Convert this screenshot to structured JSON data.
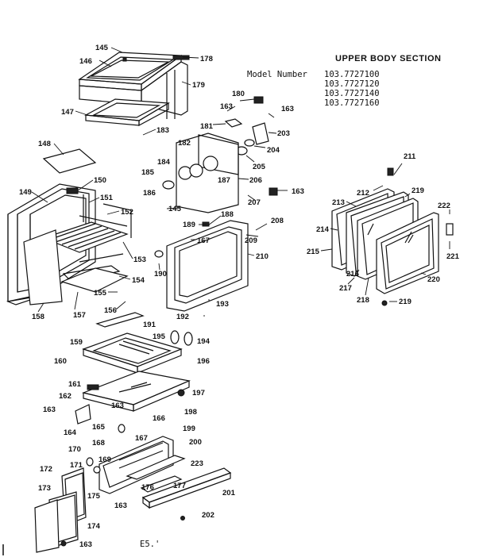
{
  "header": {
    "title": "UPPER BODY SECTION",
    "model_label": "Model Number",
    "models": [
      "103.7727100",
      "103.7727120",
      "103.7727140",
      "103.7727160"
    ]
  },
  "footer_code": "E5.'",
  "callouts": {
    "c145a": "145",
    "c146": "146",
    "c178": "178",
    "c179": "179",
    "c147": "147",
    "c183": "183",
    "c148": "148",
    "c149": "149",
    "c150": "150",
    "c151": "151",
    "c152": "152",
    "c153": "153",
    "c154": "154",
    "c155": "155",
    "c156": "156",
    "c157": "157",
    "c158": "158",
    "c180": "180",
    "c163a": "163",
    "c163b": "163",
    "c181": "181",
    "c203": "203",
    "c204": "204",
    "c205": "205",
    "c182": "182",
    "c184": "184",
    "c185": "185",
    "c186": "186",
    "c145b": "145",
    "c187": "187",
    "c206": "206",
    "c207": "207",
    "c163c": "163",
    "c188": "188",
    "c208": "208",
    "c189": "189",
    "c167a": "167",
    "c209": "209",
    "c210": "210",
    "c190": "190",
    "c193": "193",
    "c192": "192",
    "c211": "211",
    "c212": "212",
    "c213": "213",
    "c219a": "219",
    "c214": "214",
    "c222": "222",
    "c215": "215",
    "c221": "221",
    "c216": "216",
    "c217": "217",
    "c220": "220",
    "c218": "218",
    "c219b": "219",
    "c191": "191",
    "c159": "159",
    "c195": "195",
    "c194": "194",
    "c160": "160",
    "c196": "196",
    "c161": "161",
    "c197": "197",
    "c162": "162",
    "c163d": "163",
    "c166": "166",
    "c163e": "163",
    "c198": "198",
    "c164": "164",
    "c165": "165",
    "c167b": "167",
    "c199": "199",
    "c168": "168",
    "c200": "200",
    "c170": "170",
    "c169": "169",
    "c172": "172",
    "c171": "171",
    "c223": "223",
    "c175": "175",
    "c176": "176",
    "c177": "177",
    "c173": "173",
    "c163f": "163",
    "c201": "201",
    "c174": "174",
    "c202": "202",
    "c163g": "163"
  }
}
